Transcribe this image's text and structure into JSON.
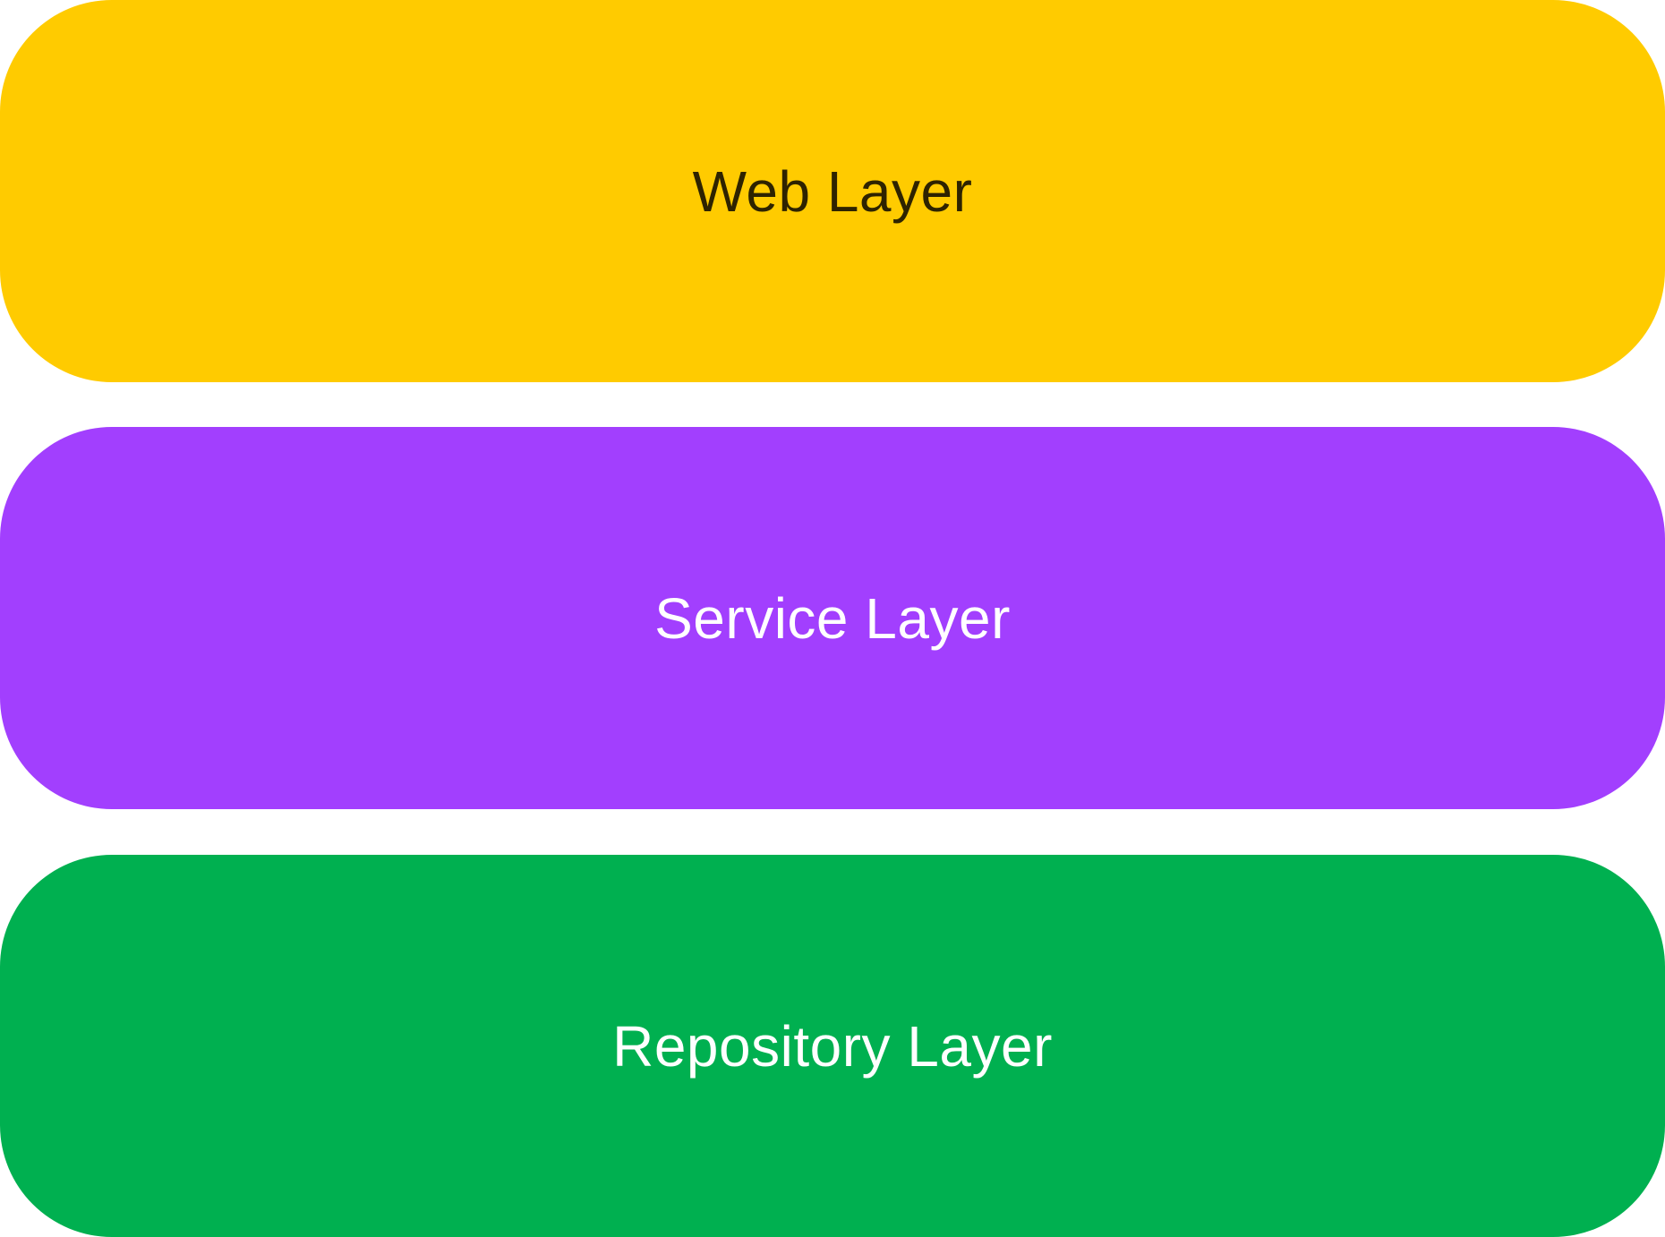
{
  "layers": [
    {
      "label": "Web Layer",
      "color": "#FFCB00",
      "text_color": "#2E2300"
    },
    {
      "label": "Service Layer",
      "color": "#A23FFE",
      "text_color": "#FFFFFF"
    },
    {
      "label": "Repository Layer",
      "color": "#00B050",
      "text_color": "#FFFFFF"
    }
  ]
}
